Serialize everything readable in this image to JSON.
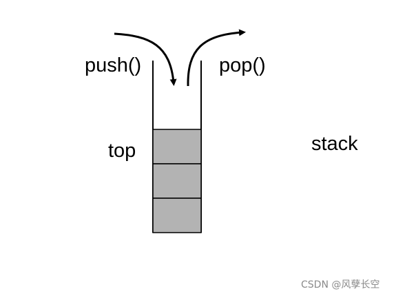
{
  "labels": {
    "push": "push()",
    "pop": "pop()",
    "top": "top",
    "stack": "stack"
  },
  "stack": {
    "cell_count": 3,
    "cell_fill": "#b3b3b3",
    "stroke": "#000000"
  },
  "watermark": "CSDN @风孽长空"
}
